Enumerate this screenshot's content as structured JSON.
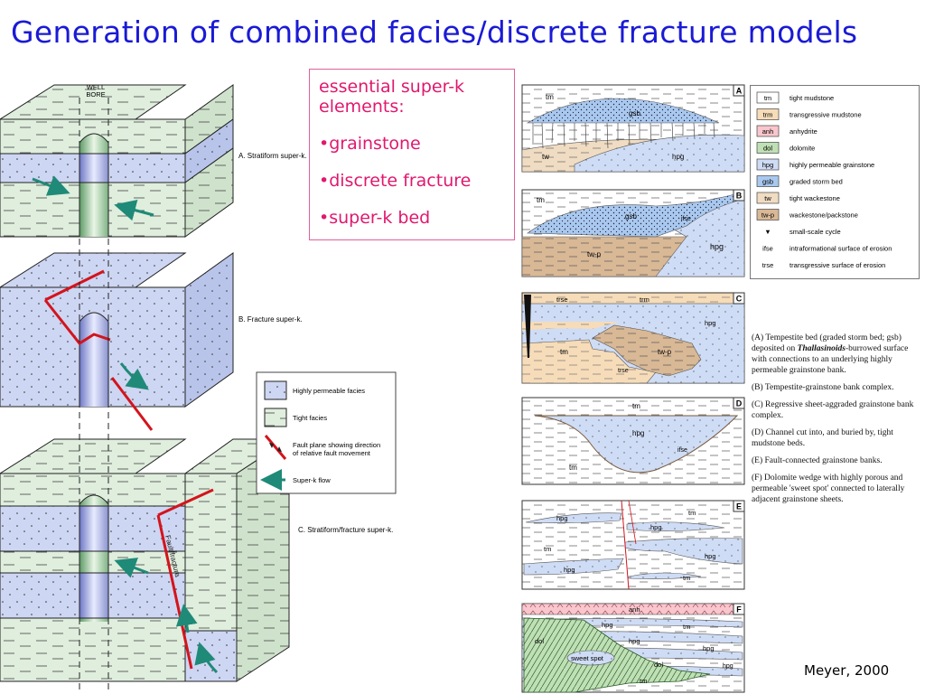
{
  "title": "Generation of combined facies/discrete fracture models",
  "key_box": {
    "heading_line1": "essential super-k",
    "heading_line2": "elements:",
    "items": [
      "•grainstone",
      "•discrete fracture",
      "•super-k bed"
    ]
  },
  "left_figure": {
    "wellbore": [
      "WELL",
      "BORE"
    ],
    "panel_a": "A. Stratiform super-k.",
    "panel_b": "B. Fracture super-k.",
    "panel_c": "C. Stratiform/fracture super-k.",
    "fault_label": "Fault/fracture",
    "legend": {
      "permeable": "Highly permeable facies",
      "tight": "Tight facies",
      "fault_line1": "Fault plane showing direction",
      "fault_line2": "of relative fault movement",
      "flow": "Super-k flow"
    }
  },
  "right_figure": {
    "panel_letters": [
      "A",
      "B",
      "C",
      "D",
      "E",
      "F"
    ],
    "labels": {
      "tm": "tm",
      "gsb": "gsb",
      "tw": "tw",
      "hpg": "hpg",
      "twp": "tw-p",
      "ifse": "ifse",
      "trse": "trse",
      "trm": "trm",
      "anh": "anh",
      "dol": "dol",
      "sweet": "sweet spot"
    },
    "legend": [
      {
        "code": "tm",
        "desc": "tight mudstone",
        "color": "#ffffff"
      },
      {
        "code": "trm",
        "desc": "transgressive mudstone",
        "color": "#f6dcb8"
      },
      {
        "code": "anh",
        "desc": "anhydrite",
        "color": "#f8c6cc"
      },
      {
        "code": "dol",
        "desc": "dolomite",
        "color": "#bfe0b4"
      },
      {
        "code": "hpg",
        "desc": "highly permeable grainstone",
        "color": "#cfdcf5"
      },
      {
        "code": "gsb",
        "desc": "graded storm bed",
        "color": "#a9c8ef"
      },
      {
        "code": "tw",
        "desc": "tight wackestone",
        "color": "#f0dcc2"
      },
      {
        "code": "tw-p",
        "desc": "wackestone/packstone",
        "color": "#d9b896"
      }
    ],
    "legend_symbols": [
      {
        "code": "▼",
        "desc": "small-scale cycle"
      },
      {
        "code": "ifse",
        "desc": "intraformational surface of erosion"
      },
      {
        "code": "trse",
        "desc": "transgressive surface of erosion"
      }
    ],
    "captions": [
      {
        "pre": "(A) Tempestite bed (graded storm bed; gsb) deposited on ",
        "em": "Thallasinoids",
        "post": "-burrowed surface with connections to an underlying highly permeable grainstone bank."
      },
      {
        "pre": "(B) Tempestite-grainstone bank complex.",
        "em": "",
        "post": ""
      },
      {
        "pre": "(C) Regressive sheet-aggraded grainstone bank complex.",
        "em": "",
        "post": ""
      },
      {
        "pre": "(D) Channel cut into, and buried by, tight mudstone beds.",
        "em": "",
        "post": ""
      },
      {
        "pre": "(E) Fault-connected grainstone banks.",
        "em": "",
        "post": ""
      },
      {
        "pre": "(F) Dolomite wedge with highly porous and permeable 'sweet spot' connected to laterally adjacent grainstone sheets.",
        "em": "",
        "post": ""
      }
    ]
  },
  "credit": "Meyer, 2000"
}
